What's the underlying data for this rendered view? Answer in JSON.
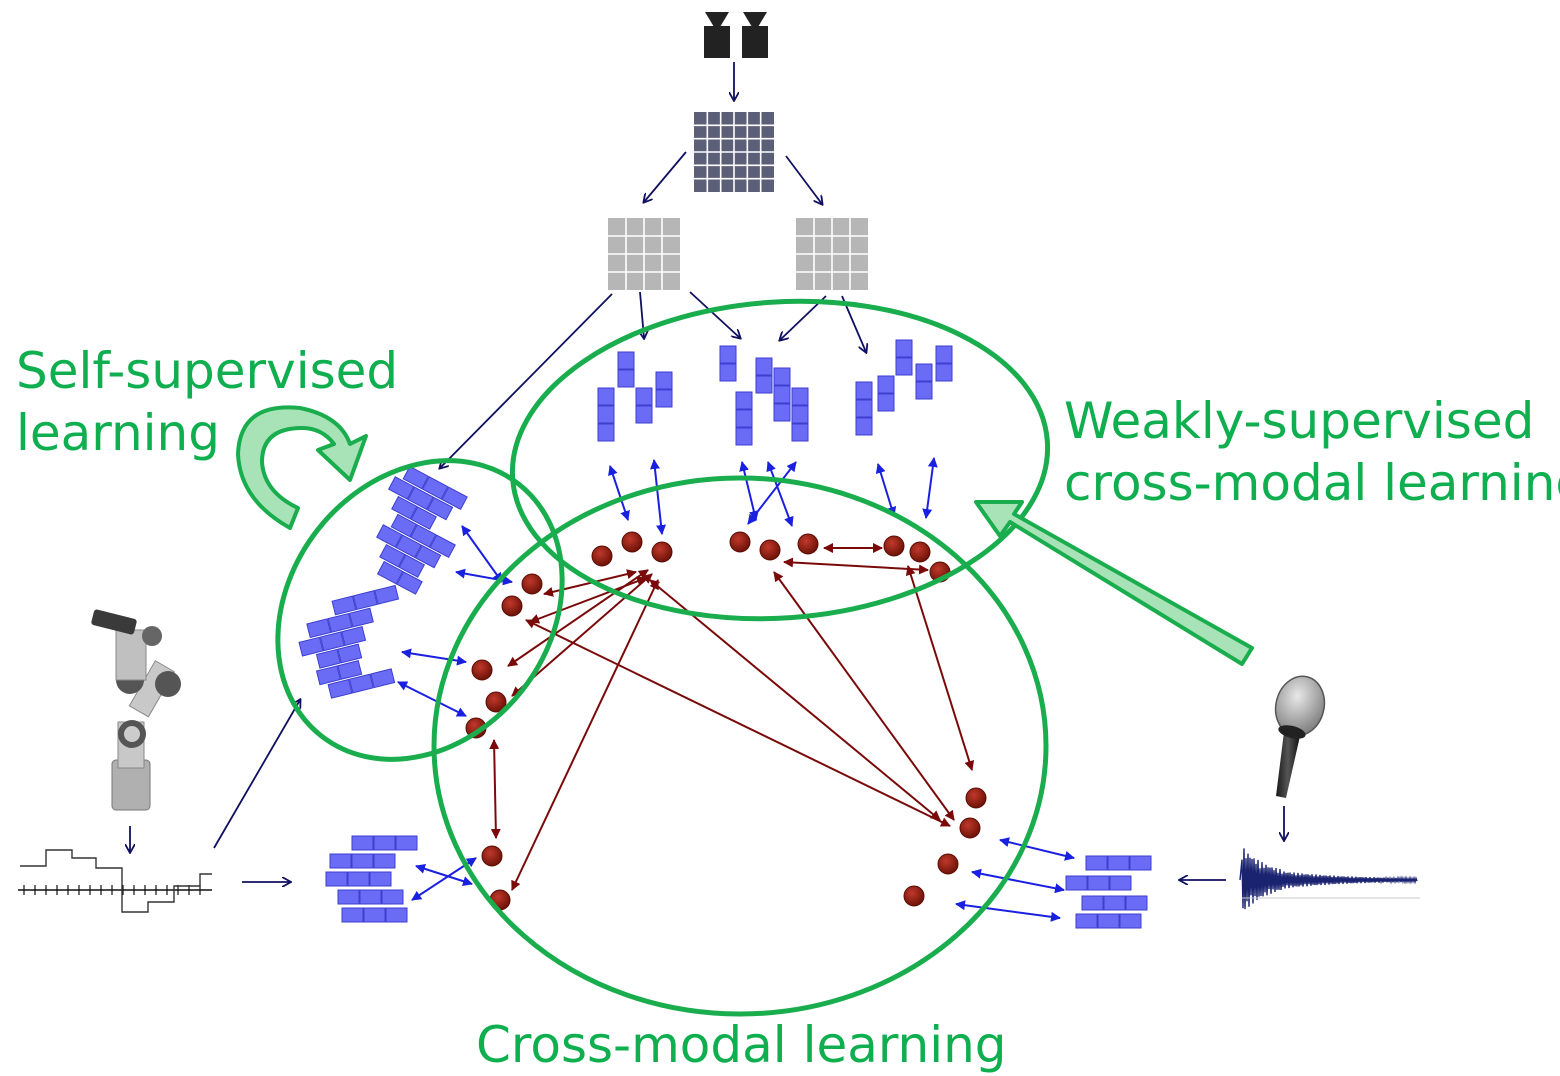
{
  "labels": {
    "self_supervised_line1": "Self-supervised",
    "self_supervised_line2": "learning",
    "weakly_supervised_line1": "Weakly-supervised",
    "weakly_supervised_line2": "cross-modal learning",
    "cross_modal": "Cross-modal learning"
  },
  "colors": {
    "region_outline": "#19ad4e",
    "region_arrow_fill": "#a8e3b8",
    "label_text": "#0fae4f",
    "feature_block": "#6a6cf6",
    "feature_block_edge": "#3d3fd0",
    "node": "#8b1a10",
    "node_link": "#7a0a0a",
    "feature_link": "#1a20e0",
    "pipeline_arrow": "#101060",
    "patch_dark": "#5b5f78",
    "patch_light": "#b6b6b6"
  },
  "icons": {
    "camera": "stereo-camera-icon",
    "robot": "robot-arm-icon",
    "microphone": "microphone-icon",
    "joint_signal": "joint-signal-plot-icon",
    "audio_signal": "audio-waveform-icon"
  }
}
